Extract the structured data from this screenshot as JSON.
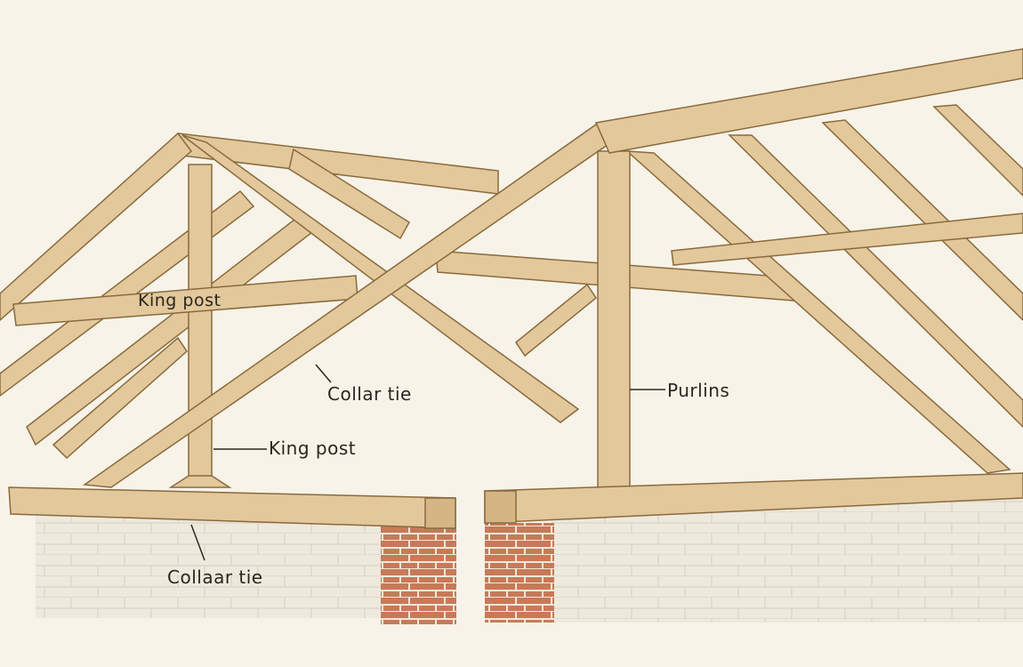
{
  "labels": {
    "king_post_beam": "King post",
    "collar_tie": "Collar tie",
    "king_post": "King post",
    "purlins": "Purlins",
    "collaar_tie": "Collaar tie"
  },
  "colors": {
    "background": "#f7f3e8",
    "timber": "#e2c89a",
    "timber_edge": "#8a6a3e",
    "brick": "#c97a5a",
    "wall": "#ebe6da"
  }
}
